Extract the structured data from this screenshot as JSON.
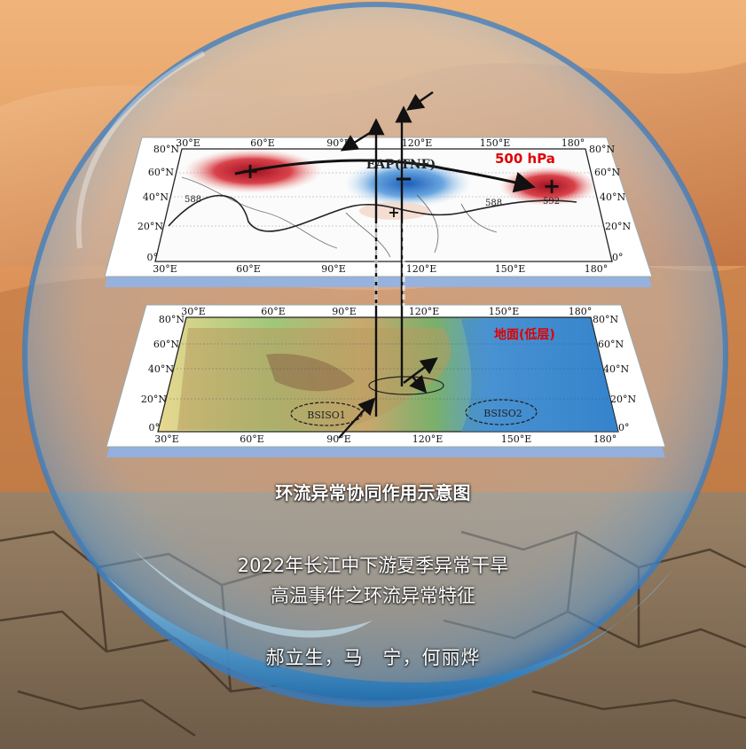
{
  "upper_panel": {
    "label": "500 hPa",
    "pattern_label": "EAP(TNF)",
    "contour_labels": [
      "588",
      "588",
      "592"
    ],
    "anomaly_signs": [
      "+",
      "−",
      "+",
      "+"
    ],
    "top_ticks": [
      "30°E",
      "60°E",
      "90°E",
      "120°E",
      "150°E",
      "180°"
    ],
    "bottom_ticks": [
      "30°E",
      "60°E",
      "90°E",
      "120°E",
      "150°E",
      "180°"
    ],
    "left_ticks": [
      "80°N",
      "60°N",
      "40°N",
      "20°N",
      "0°"
    ],
    "right_ticks": [
      "80°N",
      "60°N",
      "40°N",
      "20°N",
      "0°"
    ]
  },
  "lower_panel": {
    "label": "地面(低层)",
    "bsiso_labels": [
      "BSISO1",
      "BSISO2"
    ],
    "top_ticks": [
      "30°E",
      "60°E",
      "90°E",
      "120°E",
      "150°E",
      "180°"
    ],
    "bottom_ticks": [
      "30°E",
      "60°E",
      "90°E",
      "120°E",
      "150°E",
      "180°"
    ],
    "left_ticks": [
      "80°N",
      "60°N",
      "40°N",
      "20°N",
      "0°"
    ],
    "right_ticks": [
      "80°N",
      "60°N",
      "40°N",
      "20°N",
      "0°"
    ]
  },
  "caption": "环流异常协同作用示意图",
  "title_line1": "2022年长江中下游夏季异常干旱",
  "title_line2": "高温事件之环流异常特征",
  "authors": "郝立生，马　宁，何丽烨"
}
